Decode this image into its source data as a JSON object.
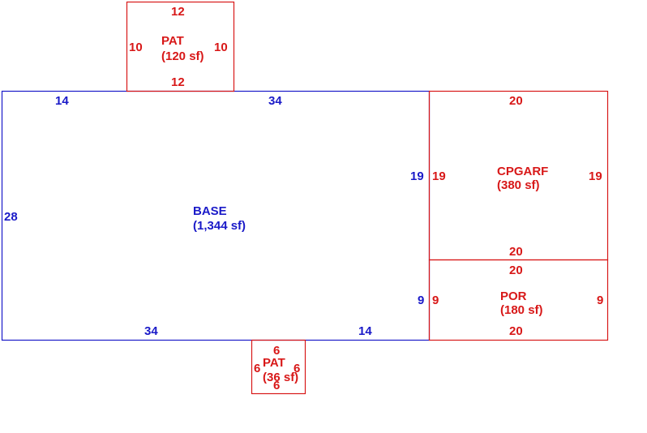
{
  "colors": {
    "base": "#1a1ac8",
    "addition": "#d81818"
  },
  "areas": {
    "base": {
      "name": "BASE",
      "area": "(1,344 sf)"
    },
    "cpgarf": {
      "name": "CPGARF",
      "area": "(380 sf)"
    },
    "por": {
      "name": "POR",
      "area": "(180 sf)"
    },
    "pat_top": {
      "name": "PAT",
      "area": "(120 sf)"
    },
    "pat_bottom": {
      "name": "PAT",
      "area": "(36 sf)"
    }
  },
  "dimensions": {
    "base_top_left": "14",
    "base_top": "34",
    "base_left": "28",
    "base_right_upper": "19",
    "base_right_lower": "9",
    "base_bottom": "34",
    "base_bottom_right": "14",
    "cpgarf_top": "20",
    "cpgarf_left": "19",
    "cpgarf_right": "19",
    "cpgarf_bottom": "20",
    "por_top": "20",
    "por_left": "9",
    "por_right": "9",
    "por_bottom": "20",
    "pat_top_top": "12",
    "pat_top_left": "10",
    "pat_top_right": "10",
    "pat_top_bottom": "12",
    "pat_bottom_top": "6",
    "pat_bottom_left": "6",
    "pat_bottom_right": "6",
    "pat_bottom_bottom": "6"
  }
}
